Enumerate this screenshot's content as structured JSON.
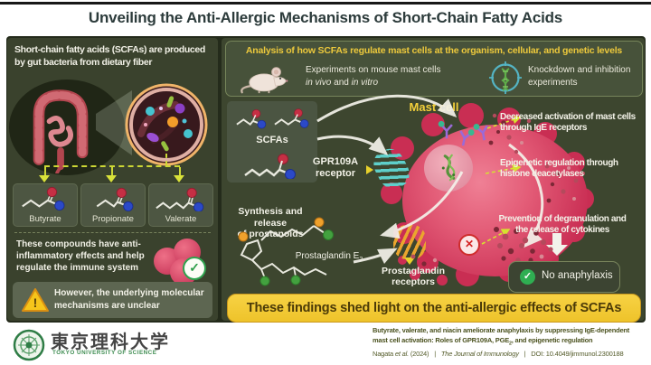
{
  "title": "Unveiling the Anti-Allergic Mechanisms of Short-Chain Fatty Acids",
  "left_panel": {
    "heading": "Short-chain fatty acids (SCFAs) are produced by gut bacteria from dietary fiber",
    "molecules": [
      {
        "label": "Butyrate"
      },
      {
        "label": "Propionate"
      },
      {
        "label": "Valerate"
      }
    ],
    "benefit_text": "These compounds have anti-inflammatory effects and help regulate the immune system",
    "warning_text": "However, the underlying molecular mechanisms are unclear"
  },
  "analysis_panel": {
    "heading": "Analysis of how SCFAs regulate mast cells at the organism, cellular, and genetic levels",
    "mouse_caption": "Experiments on mouse mast cells",
    "mouse_caption_it1": "in vivo",
    "mouse_caption_and": " and ",
    "mouse_caption_it2": "in vitro",
    "knockdown_caption": "Knockdown and inhibition experiments"
  },
  "diagram": {
    "mast_cell_label": "Mast cell",
    "scfas_label": "SCFAs",
    "gpr_line1": "GPR109A",
    "gpr_line2": "receptor",
    "synthesis_line1": "Synthesis and release",
    "synthesis_line2": "of prostanoids",
    "pge2_base": "Prostaglandin E",
    "pge2_sub": "2",
    "pg_receptors_line1": "Prostaglandin",
    "pg_receptors_line2": "receptors",
    "outcome_ige": "Decreased activation of mast cells through IgE receptors",
    "outcome_epigenetic": "Epigenetic regulation through histone deacetylases",
    "outcome_degranulation": "Prevention of degranulation and the release of cytokines",
    "no_anaphylaxis": "No anaphylaxis"
  },
  "banner": "These findings shed light on the anti-allergic effects of SCFAs",
  "footer": {
    "logo_jp": "東京理科大学",
    "logo_en": "TOKYO UNIVERSITY OF SCIENCE",
    "citation_line1": "Butyrate, valerate, and niacin ameliorate anaphylaxis by suppressing IgE-dependent",
    "citation_line2a": "mast cell activation: Roles of GPR109A, PGE",
    "citation_line2_sub": "2",
    "citation_line2b": ", and epigenetic regulation",
    "citation_authors": "Nagata",
    "citation_etal": "et al.",
    "citation_year": "(2024)",
    "citation_sep1": "|",
    "citation_journal": "The Journal of Immunology",
    "citation_sep2": "|",
    "citation_doi": "DOI: 10.4049/jimmunol.2300188"
  },
  "icons": {
    "check_glyph": "✓",
    "cross_glyph": "✕",
    "warning_glyph": "!"
  },
  "colors": {
    "accent_gold": "#f2cf3a",
    "banner_yellow": "#f3c92f",
    "mast_cell_pink": "#d8476b",
    "panel_green": "#3d462f",
    "receptor_teal": "#5ecfca",
    "receptor_orange": "#eaa52e",
    "logo_green": "#2f7d46"
  }
}
